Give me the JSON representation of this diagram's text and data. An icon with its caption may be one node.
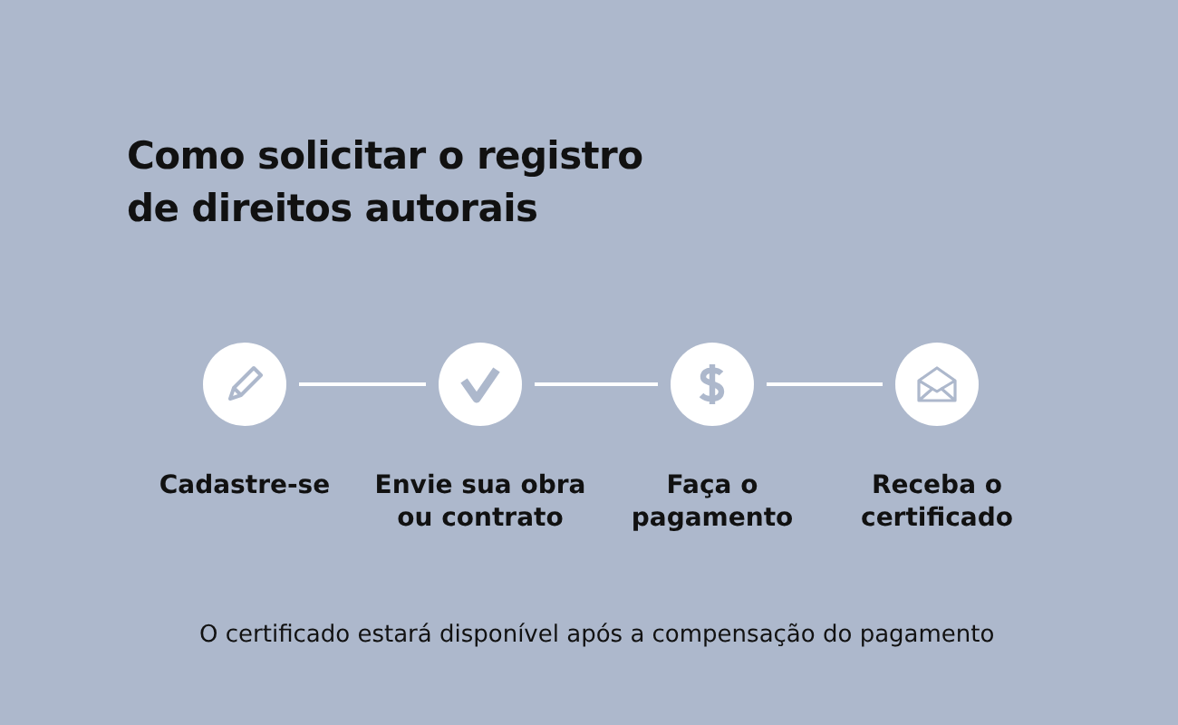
{
  "diagram": {
    "title": "Como solicitar o registro de direitos autorais",
    "nodes": [
      {
        "text": [],
        "shape": "circle",
        "beside": [
          "Cadastre-se"
        ]
      },
      {
        "text": [],
        "shape": "circle",
        "beside": [
          "Envie sua obra ou contrato"
        ]
      },
      {
        "text": [],
        "shape": "circle",
        "beside": [
          "Faça o pagamento"
        ]
      },
      {
        "text": [],
        "shape": "circle",
        "beside": [
          "Receba o certificado"
        ]
      }
    ],
    "edges": [
      {
        "from": 0,
        "to": 1,
        "arrow": "none"
      },
      {
        "from": 1,
        "to": 2,
        "arrow": "none"
      },
      {
        "from": 2,
        "to": 3,
        "arrow": "none"
      }
    ],
    "caption": "O certificado estará disponível após a compensação do pagamento"
  }
}
